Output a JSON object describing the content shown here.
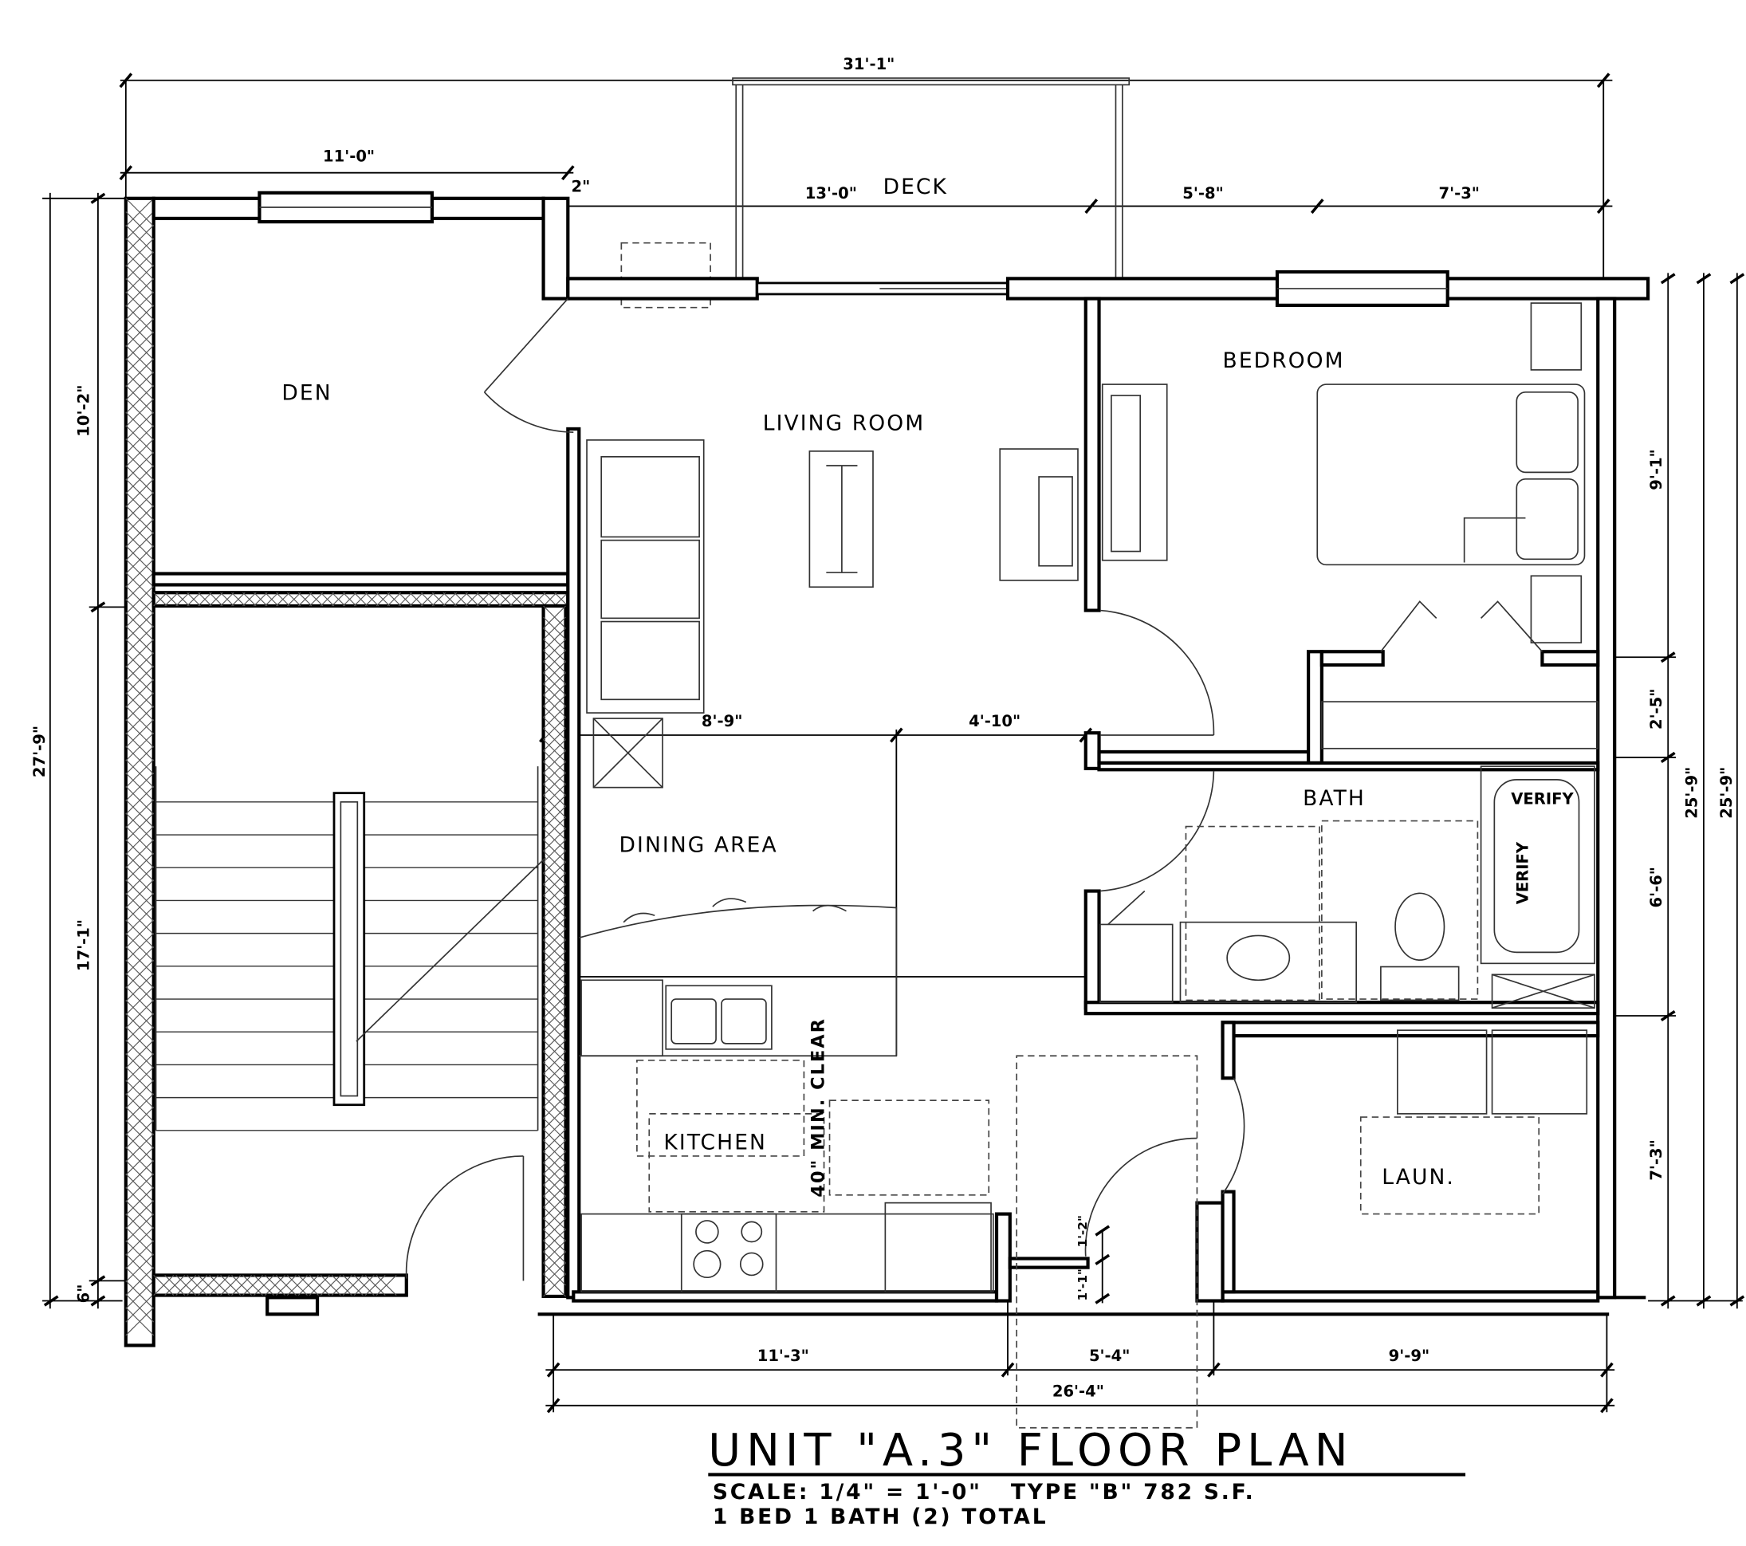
{
  "rooms": {
    "den": "DEN",
    "deck": "DECK",
    "living_room": "LIVING ROOM",
    "bedroom": "BEDROOM",
    "dining_area": "DINING AREA",
    "bath": "BATH",
    "kitchen": "KITCHEN",
    "laundry": "LAUN.",
    "tub_verify_1": "VERIFY",
    "tub_verify_2": "VERIFY",
    "kitchen_clearance": "40\" MIN. CLEAR"
  },
  "dimensions": {
    "top_overall": "31'-1\"",
    "den_width": "11'-0\"",
    "offset": "2\"",
    "deck_width": "13'-0\"",
    "deck_to_bedroom": "5'-8\"",
    "bedroom_width": "7'-3\"",
    "left_overall": "27'-9\"",
    "den_depth": "10'-2\"",
    "stair_depth": "17'-1\"",
    "left_small": "6\"",
    "right_bedroom": "9'-1\"",
    "right_closet": "2'-5\"",
    "right_bath": "6'-6\"",
    "right_laundry": "7'-3\"",
    "right_overall_1": "25'-9\"",
    "right_overall_2": "25'-9\"",
    "dining_width": "8'-9\"",
    "dining_to_bedroom": "4'-10\"",
    "entry_upper": "1'-2\"",
    "entry_lower": "1'-1\"",
    "bottom_kitchen": "11'-3\"",
    "bottom_entry": "5'-4\"",
    "bottom_laundry": "9'-9\"",
    "bottom_overall": "26'-4\""
  },
  "title_block": {
    "title": "UNIT \"A.3\" FLOOR PLAN",
    "scale_line": "SCALE: 1/4\" = 1'-0\"   TYPE \"B\" 782 S.F.",
    "units_line": "1 BED 1 BATH (2) TOTAL"
  }
}
